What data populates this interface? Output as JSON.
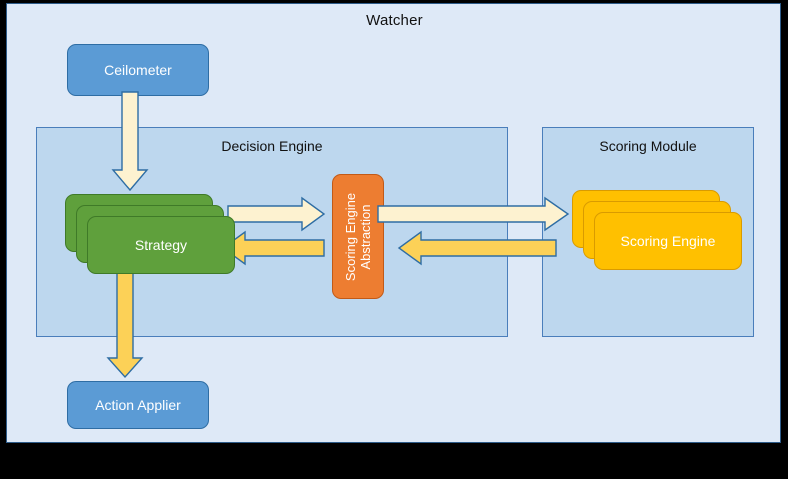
{
  "diagram": {
    "title": "Watcher",
    "background_color": "#DEE9F7",
    "panels": [
      {
        "id": "decision-engine",
        "title": "Decision Engine",
        "fill": "#BDD7EE",
        "stroke": "#4A7EBB"
      },
      {
        "id": "scoring-module",
        "title": "Scoring Module",
        "fill": "#BDD7EE",
        "stroke": "#4A7EBB"
      }
    ],
    "nodes": [
      {
        "id": "ceilometer",
        "label": "Ceilometer",
        "fill": "#5B9BD5",
        "stroke": "#2E6DA4",
        "stacked": false
      },
      {
        "id": "strategy",
        "label": "Strategy",
        "fill": "#5FA03C",
        "stroke": "#3F7A28",
        "stacked": true,
        "copies": 3
      },
      {
        "id": "scoring-engine-abstraction",
        "label_line1": "Scoring Engine",
        "label_line2": "Abstraction",
        "fill": "#ED7D31",
        "stroke": "#C25A17",
        "orientation": "vertical"
      },
      {
        "id": "scoring-engine",
        "label": "Scoring Engine",
        "fill": "#FFC000",
        "stroke": "#D99B00",
        "stacked": true,
        "copies": 3
      },
      {
        "id": "action-applier",
        "label": "Action Applier",
        "fill": "#5B9BD5",
        "stroke": "#2E6DA4",
        "stacked": false
      }
    ],
    "arrows": [
      {
        "id": "ceilometer-to-strategy",
        "from": "ceilometer",
        "to": "strategy",
        "direction": "down",
        "fill": "#FDF2D0",
        "stroke": "#2E6DA4"
      },
      {
        "id": "strategy-to-abstraction",
        "from": "strategy",
        "to": "scoring-engine-abstraction",
        "direction": "right",
        "fill": "#FDF2D0",
        "stroke": "#2E6DA4"
      },
      {
        "id": "abstraction-to-strategy",
        "from": "scoring-engine-abstraction",
        "to": "strategy",
        "direction": "left",
        "fill": "#FCD157",
        "stroke": "#2E6DA4"
      },
      {
        "id": "abstraction-to-scoring-engine",
        "from": "scoring-engine-abstraction",
        "to": "scoring-engine",
        "direction": "right",
        "fill": "#FDF2D0",
        "stroke": "#2E6DA4"
      },
      {
        "id": "scoring-engine-to-abstraction",
        "from": "scoring-engine",
        "to": "scoring-engine-abstraction",
        "direction": "left",
        "fill": "#FCD157",
        "stroke": "#2E6DA4"
      },
      {
        "id": "strategy-to-action-applier",
        "from": "strategy",
        "to": "action-applier",
        "direction": "down",
        "fill": "#FCD157",
        "stroke": "#2E6DA4"
      }
    ]
  }
}
